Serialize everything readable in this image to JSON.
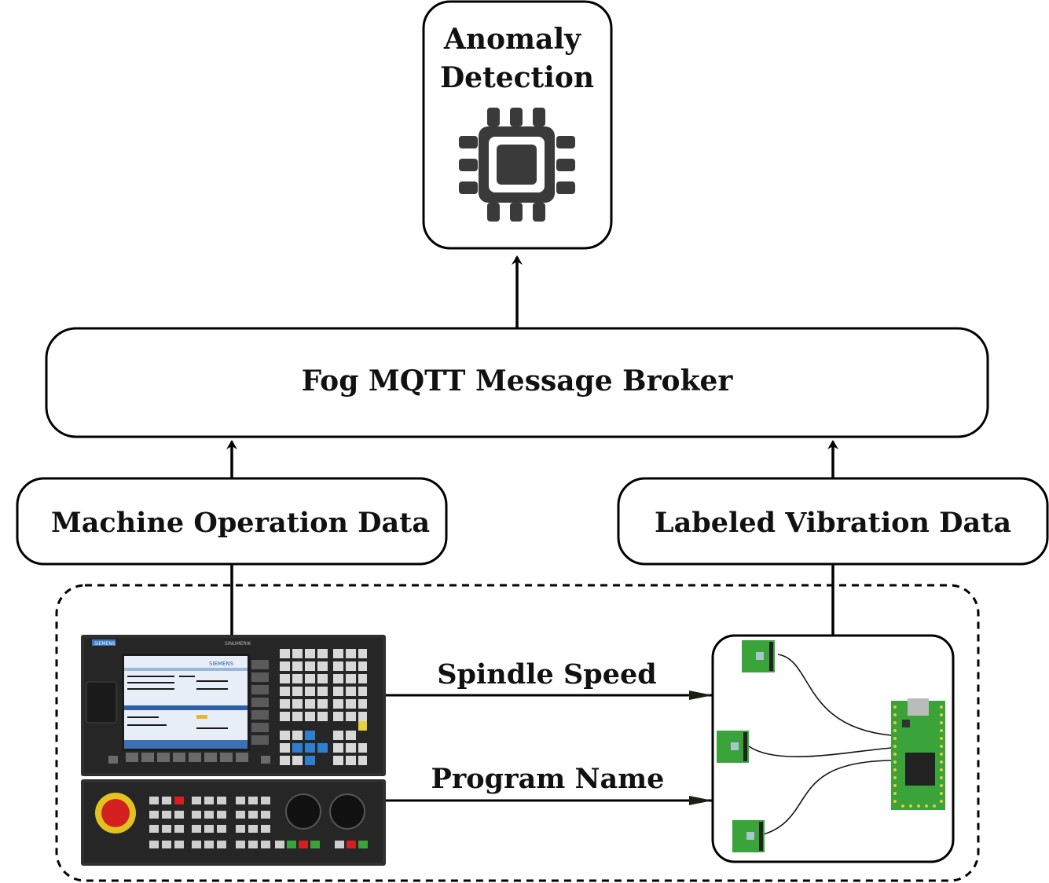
{
  "nodes": {
    "anomaly": {
      "line1": "Anomaly",
      "line2": "Detection"
    },
    "broker": {
      "label": "Fog MQTT Message Broker"
    },
    "machine_data": {
      "label": "Machine Operation Data"
    },
    "vibration_data": {
      "label": "Labeled Vibration Data"
    }
  },
  "edges": {
    "spindle": {
      "label": "Spindle Speed"
    },
    "program": {
      "label": "Program Name"
    }
  },
  "cnc": {
    "brand": "SIEMENS",
    "model": "SINUMERIK",
    "screen_brand": "SIEMENS"
  },
  "icons": {
    "processor": "cpu-chip-icon",
    "controller": "cnc-controller-icon",
    "sensors": "vibration-sensor-board-icon"
  },
  "colors": {
    "stroke": "#000000",
    "chip": "#3a3a3a",
    "pcb": "#3aa33a",
    "panel": "#2b2b2b",
    "screen": "#cfe0f5",
    "estop": "#d42020"
  }
}
